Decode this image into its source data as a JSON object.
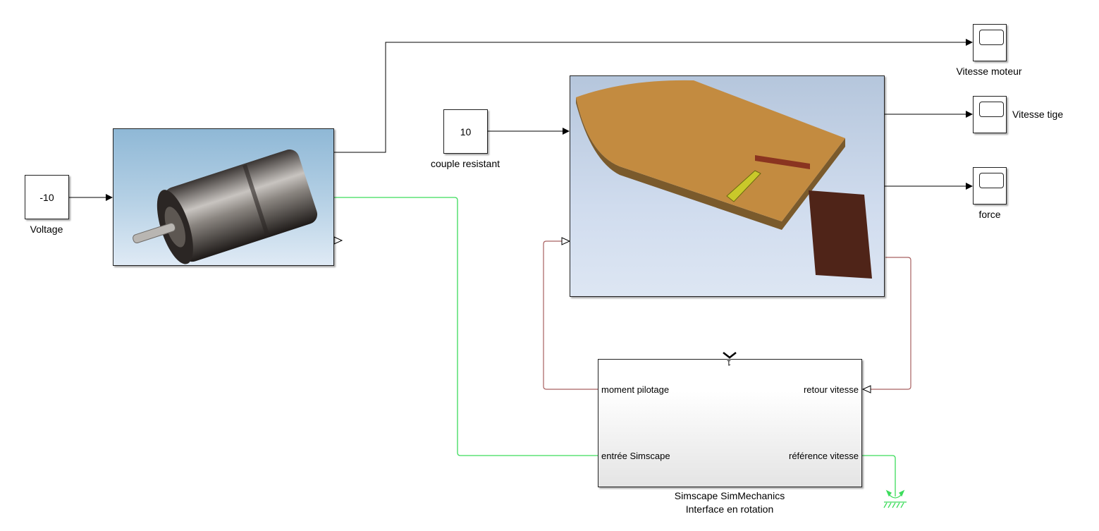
{
  "diagram": {
    "type": "simulink-model",
    "blocks": {
      "voltage": {
        "value": "-10",
        "label": "Voltage"
      },
      "couple": {
        "value": "10",
        "label": "couple resistant"
      },
      "motor": {
        "icon": "dc-motor-image"
      },
      "mechanism": {
        "icon": "3d-mechanism-image"
      },
      "scope1": {
        "label": "Vitesse moteur",
        "icon": "scope-icon"
      },
      "scope2": {
        "label": "Vitesse tige",
        "icon": "scope-icon"
      },
      "scope3": {
        "label": "force",
        "icon": "scope-icon"
      },
      "interface": {
        "name_line1": "Simscape SimMechanics",
        "name_line2": "Interface en rotation",
        "ports": {
          "moment": "moment pilotage",
          "retour": "retour vitesse",
          "entree": "entrée Simscape",
          "reference": "référence vitesse"
        },
        "connector_marker": "1"
      },
      "ground": {
        "icon": "mechanical-rotational-reference-icon"
      }
    },
    "colors": {
      "signal_line": "#000000",
      "physical_line": "#3ddc5c",
      "mechanics_line": "#a86060",
      "block_border": "#222222"
    }
  }
}
